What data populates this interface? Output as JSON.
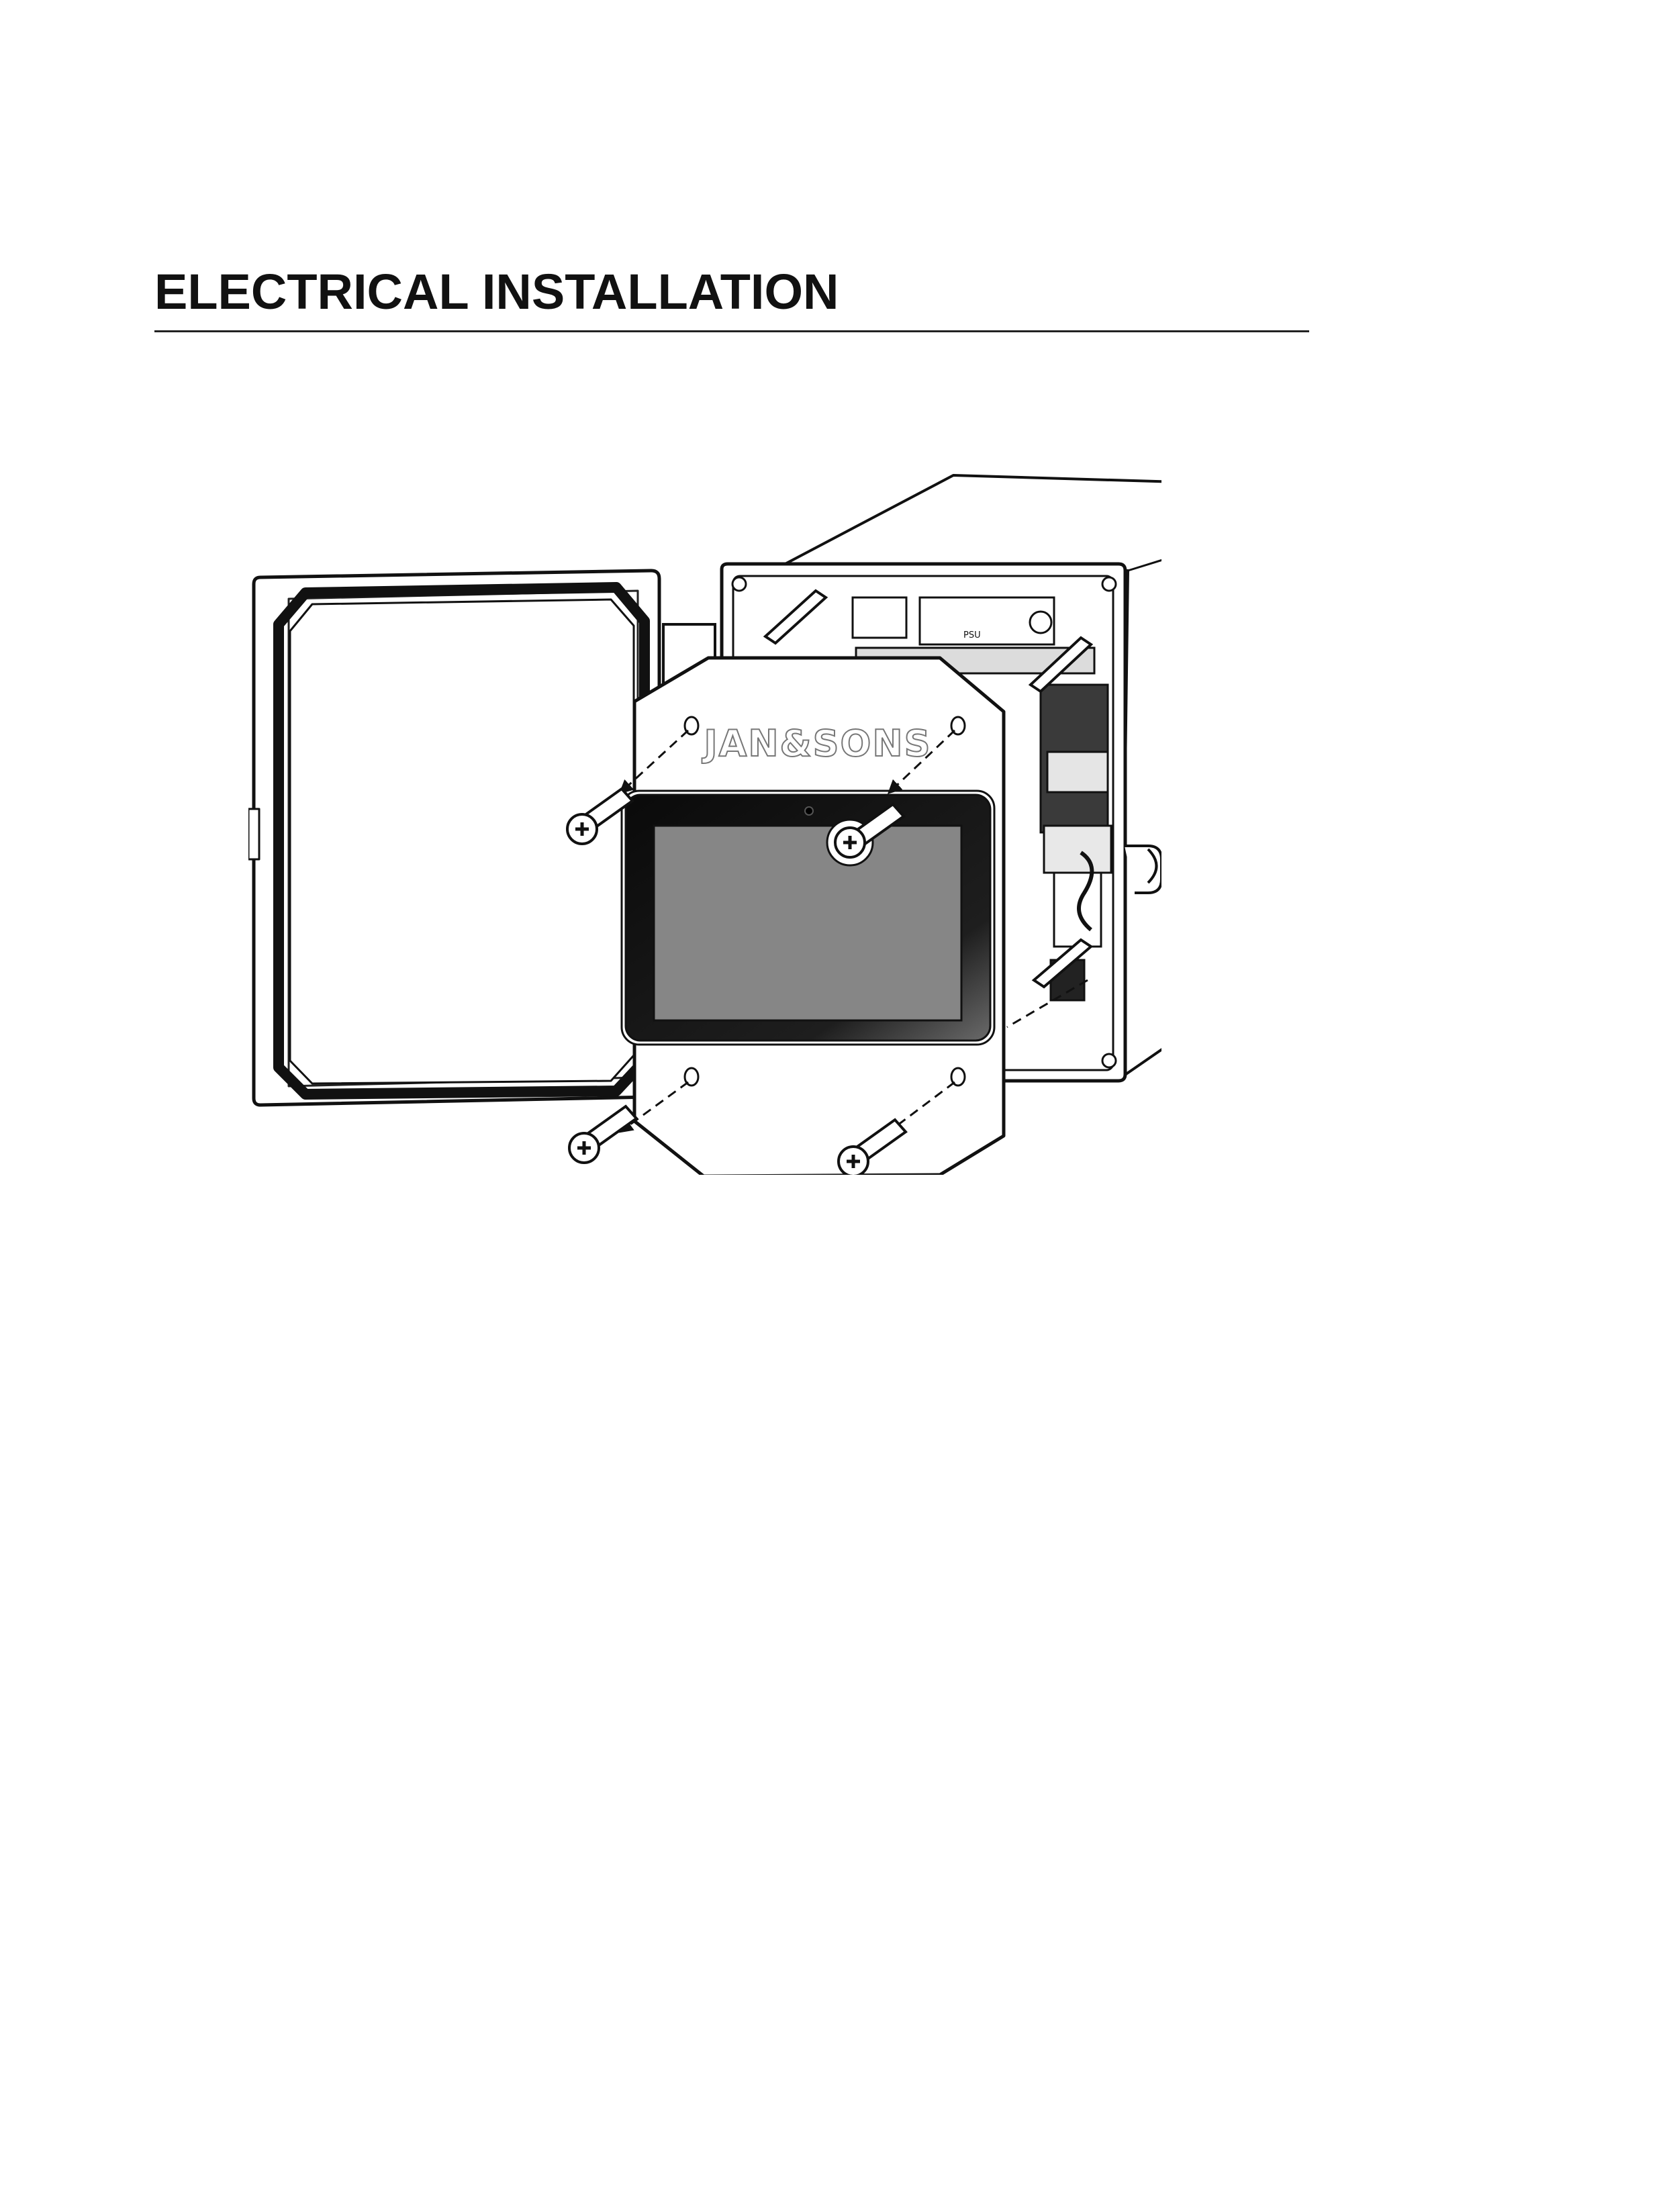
{
  "section": {
    "title": "ELECTRICAL INSTALLATION"
  },
  "figure": {
    "brand_logo": "JAN&SONS",
    "component_label": "PSU"
  }
}
